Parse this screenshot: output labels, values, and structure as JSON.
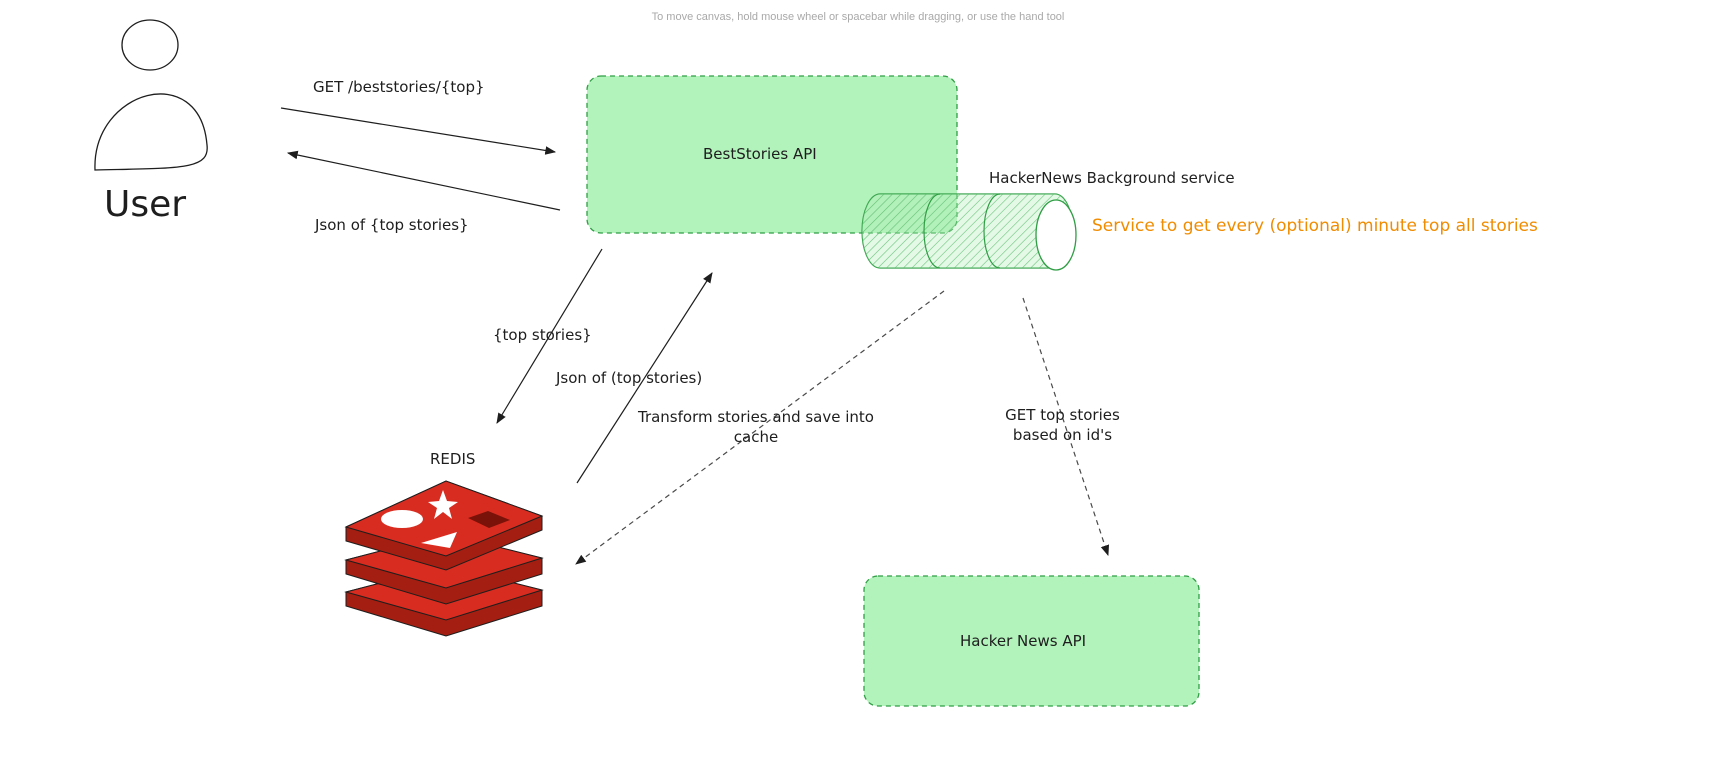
{
  "canvas_hint": "To move canvas, hold mouse wheel or spacebar while dragging, or use the hand tool",
  "user": {
    "label": "User"
  },
  "arrows": {
    "get_request": "GET /beststories/{top}",
    "json_response": "Json of {top stories}",
    "to_redis": "{top stories}",
    "from_redis": "Json of (top stories)",
    "transform": "Transform stories and save into cache",
    "hn_fetch": "GET top stories based on id's"
  },
  "nodes": {
    "beststories_api": "BestStories API",
    "background_service": "HackerNews Background service",
    "background_service_note": "Service to get every (optional) minute top all stories",
    "redis": "REDIS",
    "hackernews_api": "Hacker News API"
  },
  "colors": {
    "box_fill": "#b2f2bb",
    "box_stroke": "#2f9e44",
    "stroke": "#1e1e1e",
    "note": "#f08c00",
    "redis_red": "#c92a2a"
  }
}
